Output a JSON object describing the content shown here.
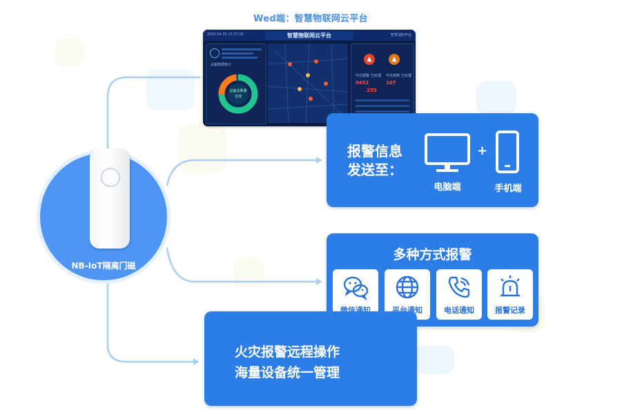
{
  "header": {
    "title": "Wed端：智慧物联网云平台"
  },
  "dashboard": {
    "title": "智慧物联网云平台",
    "time": "2020.04.30 15:37:16",
    "right_label": "智慧消防平台",
    "left_caption": "设备数据统计",
    "ring_label_1": "设备总数量",
    "ring_label_2": "在线",
    "stat_1": "0451",
    "stat_2": "255",
    "stat_3": "107",
    "stat_label_1": "今日报警",
    "stat_label_2": "已处理",
    "stat_label_3": "今日故障",
    "stat_label_4": "已处理"
  },
  "alert_card": {
    "title_line1": "报警信息",
    "title_line2": "发送至：",
    "plus": "+",
    "computer_label": "电脑端",
    "phone_label": "手机端"
  },
  "methods_card": {
    "title": "多种方式报警",
    "items": [
      {
        "label": "微信通知",
        "icon": "wechat-icon"
      },
      {
        "label": "平台通知",
        "icon": "globe-icon"
      },
      {
        "label": "电话通知",
        "icon": "phone-icon"
      },
      {
        "label": "报警记录",
        "icon": "alarm-light-icon"
      }
    ]
  },
  "remote_card": {
    "line1": "火灾报警远程操作",
    "line2": "海量设备统一管理"
  },
  "device": {
    "label": "NB-IoT隔离门磁"
  },
  "colors": {
    "card_blue": "#2c7ee6",
    "circle_blue": "#4e95f6",
    "header_blue": "#4a8fe0",
    "connector": "#a9cfef",
    "dashboard_bg": "#0b1c44"
  }
}
